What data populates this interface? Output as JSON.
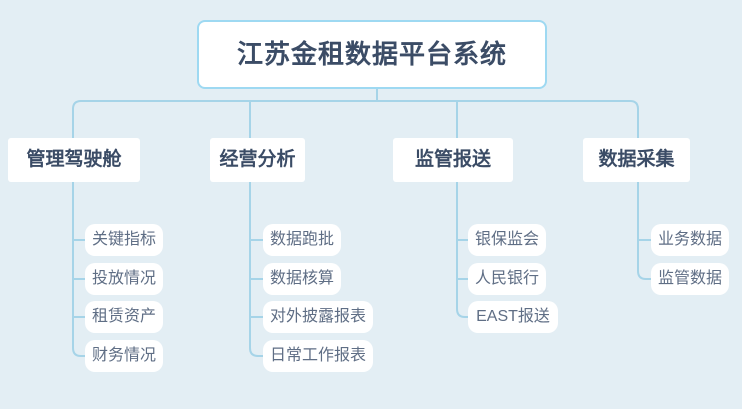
{
  "title": "江苏金租数据平台系统",
  "colors": {
    "background": "#e3eef4",
    "connector_line": "#a6d4e8",
    "root_border": "#9ed9f2",
    "node_fill": "#ffffff",
    "title_text": "#3b4c66",
    "branch_text": "#3b4c66",
    "child_text": "#5f6e85"
  },
  "tree": {
    "root": "江苏金租数据平台系统",
    "branches": [
      {
        "label": "管理驾驶舱",
        "children": [
          "关键指标",
          "投放情况",
          "租赁资产",
          "财务情况"
        ]
      },
      {
        "label": "经营分析",
        "children": [
          "数据跑批",
          "数据核算",
          "对外披露报表",
          "日常工作报表"
        ]
      },
      {
        "label": "监管报送",
        "children": [
          "银保监会",
          "人民银行",
          "EAST报送"
        ]
      },
      {
        "label": "数据采集",
        "children": [
          "业务数据",
          "监管数据"
        ]
      }
    ]
  }
}
